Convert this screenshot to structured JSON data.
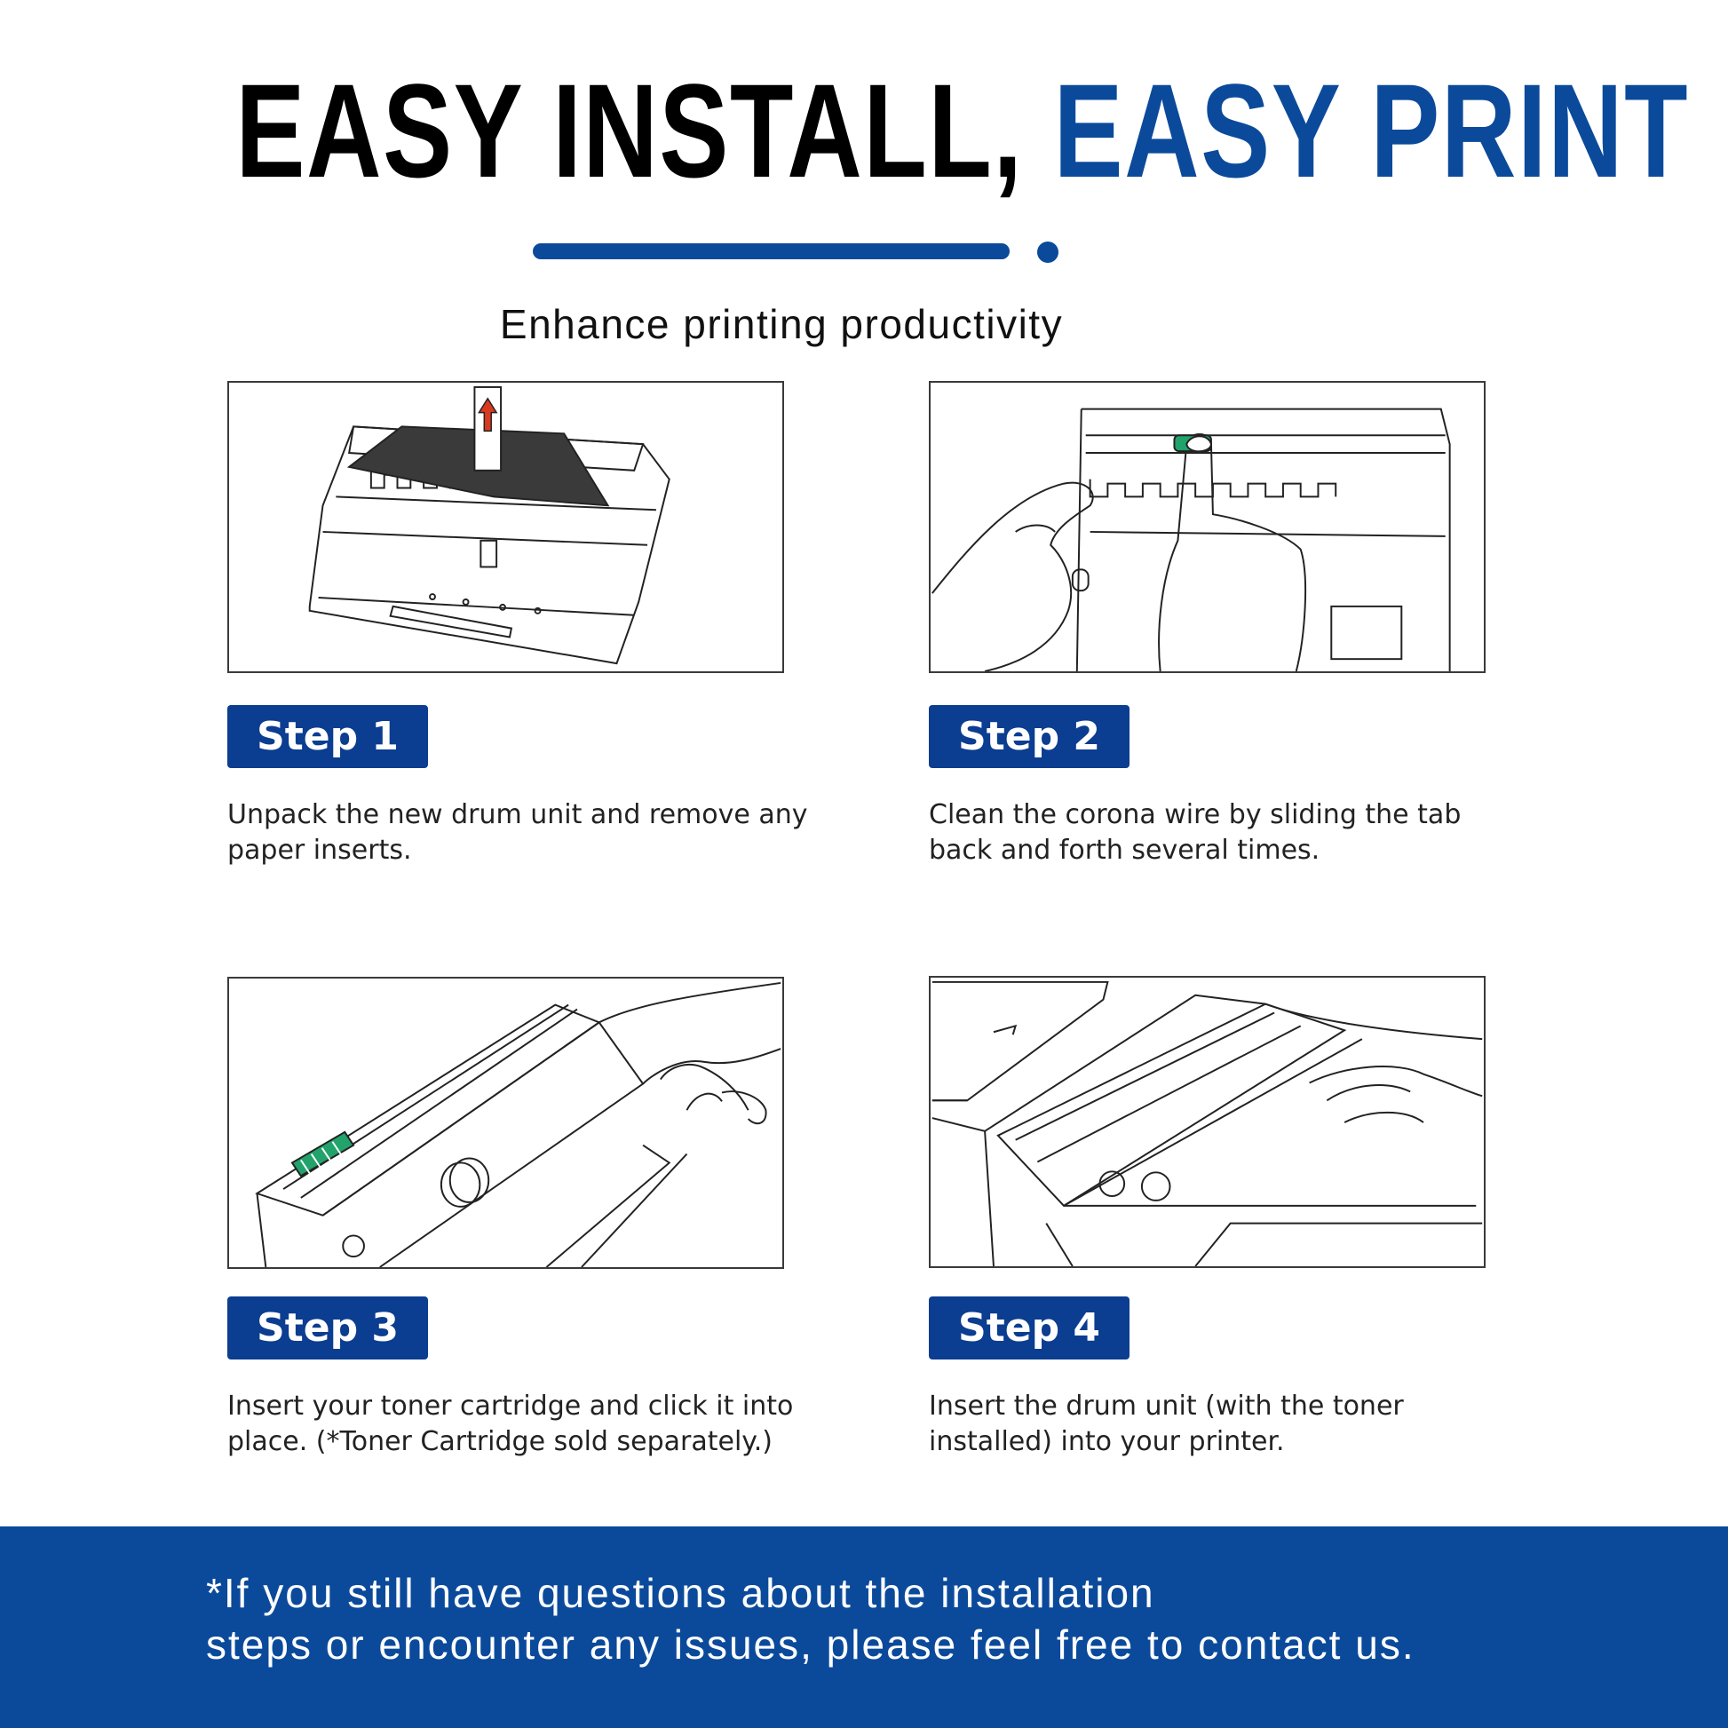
{
  "header": {
    "title_black": "EASY INSTALL, ",
    "title_blue": "EASY PRINT",
    "subtitle": "Enhance printing productivity"
  },
  "colors": {
    "brand_blue": "#0b4a9b",
    "badge_blue": "#0b3d91",
    "accent_green": "#21a36b",
    "accent_red": "#d93a1f"
  },
  "steps": [
    {
      "label": "Step 1",
      "text": "Unpack the new drum unit and remove any paper inserts.",
      "icon": "drum-unit-paper-insert-icon"
    },
    {
      "label": "Step 2",
      "text": "Clean the corona wire by sliding the tab back and forth several times.",
      "icon": "corona-wire-cleaning-icon"
    },
    {
      "label": "Step 3",
      "text": "Insert your toner cartridge and click it into place. (*Toner Cartridge sold separately.)",
      "icon": "toner-insert-icon"
    },
    {
      "label": "Step 4",
      "text": "Insert the drum unit (with the toner installed) into your printer.",
      "icon": "printer-insert-icon"
    }
  ],
  "footer": {
    "line1": "*If you still have questions about the installation",
    "line2": "steps or encounter any issues, please feel free to contact us."
  }
}
